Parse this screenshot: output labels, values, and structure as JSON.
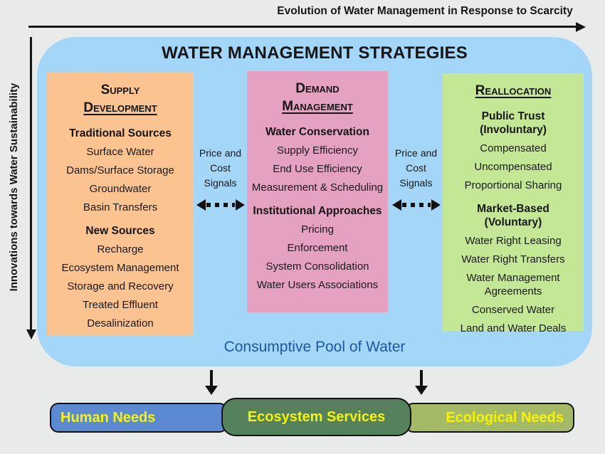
{
  "axes": {
    "top_label": "Evolution of Water Management in Response to Scarcity",
    "left_label": "Innovations towards Water Sustainability"
  },
  "container": {
    "title": "WATER MANAGEMENT STRATEGIES",
    "pool_label": "Consumptive Pool of Water"
  },
  "columns": [
    {
      "id": "supply",
      "heading_lines": [
        "Supply",
        "Development"
      ],
      "sections": [
        {
          "title_lines": [
            "Traditional Sources"
          ],
          "items": [
            "Surface Water",
            "Dams/Surface Storage",
            "Groundwater",
            "Basin Transfers"
          ]
        },
        {
          "title_lines": [
            "New Sources"
          ],
          "items": [
            "Recharge",
            "Ecosystem Management",
            "Storage and Recovery",
            "Treated Effluent",
            "Desalinization"
          ]
        }
      ]
    },
    {
      "id": "demand",
      "heading_lines": [
        "Demand",
        "Management"
      ],
      "sections": [
        {
          "title_lines": [
            "Water Conservation"
          ],
          "items": [
            "Supply Efficiency",
            "End Use Efficiency",
            "Measurement & Scheduling"
          ]
        },
        {
          "title_lines": [
            "Institutional Approaches"
          ],
          "items": [
            "Pricing",
            "Enforcement",
            "System Consolidation",
            "Water Users Associations"
          ]
        }
      ]
    },
    {
      "id": "realloc",
      "heading_lines": [
        "Reallocation"
      ],
      "sections": [
        {
          "title_lines": [
            "Public Trust",
            "(Involuntary)"
          ],
          "items": [
            "Compensated",
            "Uncompensated",
            "Proportional Sharing"
          ]
        },
        {
          "title_lines": [
            "Market-Based",
            "(Voluntary)"
          ],
          "items": [
            "Water Right Leasing",
            "Water Right Transfers",
            "Water Management Agreements",
            "Conserved Water",
            "Land and Water Deals"
          ]
        }
      ]
    }
  ],
  "signals": {
    "lines": [
      "Price and",
      "Cost",
      "Signals"
    ]
  },
  "bottom_boxes": [
    {
      "label": "Human Needs"
    },
    {
      "label": "Ecosystem Services"
    },
    {
      "label": "Ecological Needs"
    }
  ],
  "colors": {
    "background": "#e9ebeb",
    "container_bg": "#a4d6f8",
    "supply_bg": "#fbc38f",
    "demand_bg": "#e4a1c1",
    "realloc_bg": "#c4e795",
    "pool_text": "#1e56a8",
    "human_bg": "#5b8ad3",
    "ecosystem_bg": "#55825c",
    "ecological_bg": "#a5ba67",
    "bottom_label_text": "#f8f400",
    "arrow_black": "#161616"
  }
}
